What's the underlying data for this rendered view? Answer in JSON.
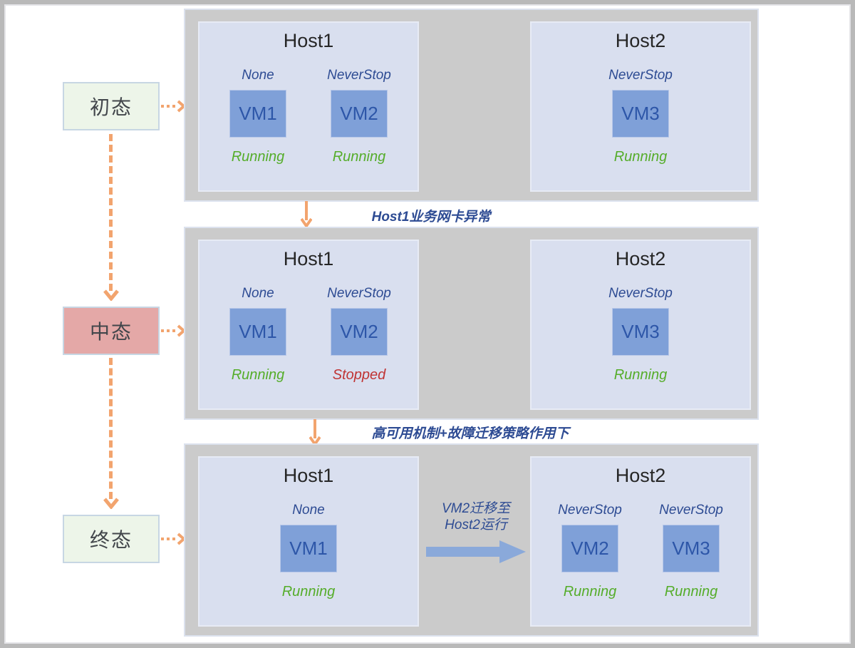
{
  "colors": {
    "accent_orange": "#F2A46E",
    "panel_gray": "#CBCBCB",
    "host_fill": "#D9DFEF",
    "vm_fill": "#7FA0D8",
    "vm_text": "#2D56A8",
    "policy_blue": "#2D4B93",
    "running_green": "#55AD2A",
    "stopped_red": "#C03434",
    "state_green_bg": "#EDF5E9",
    "state_red_bg": "#E4A8A7",
    "migration_arrow_blue": "#8AA9DA"
  },
  "states": [
    {
      "label": "初态"
    },
    {
      "label": "中态"
    },
    {
      "label": "终态"
    }
  ],
  "transitions": [
    {
      "label": "Host1业务网卡异常"
    },
    {
      "label": "高可用机制+故障迁移策略作用下"
    }
  ],
  "migration": {
    "line1": "VM2迁移至",
    "line2": "Host2运行"
  },
  "stages": [
    {
      "hosts": [
        {
          "title": "Host1",
          "vms": [
            {
              "name": "VM1",
              "policy": "None",
              "status": "Running",
              "status_style": "color:#55AD2A"
            },
            {
              "name": "VM2",
              "policy": "NeverStop",
              "status": "Running",
              "status_style": "color:#55AD2A"
            }
          ]
        },
        {
          "title": "Host2",
          "vms": [
            {
              "name": "VM3",
              "policy": "NeverStop",
              "status": "Running",
              "status_style": "color:#55AD2A"
            }
          ]
        }
      ]
    },
    {
      "hosts": [
        {
          "title": "Host1",
          "vms": [
            {
              "name": "VM1",
              "policy": "None",
              "status": "Running",
              "status_style": "color:#55AD2A"
            },
            {
              "name": "VM2",
              "policy": "NeverStop",
              "status": "Stopped",
              "status_style": "color:#C03434"
            }
          ]
        },
        {
          "title": "Host2",
          "vms": [
            {
              "name": "VM3",
              "policy": "NeverStop",
              "status": "Running",
              "status_style": "color:#55AD2A"
            }
          ]
        }
      ]
    },
    {
      "hosts": [
        {
          "title": "Host1",
          "vms": [
            {
              "name": "VM1",
              "policy": "None",
              "status": "Running",
              "status_style": "color:#55AD2A"
            }
          ]
        },
        {
          "title": "Host2",
          "vms": [
            {
              "name": "VM2",
              "policy": "NeverStop",
              "status": "Running",
              "status_style": "color:#55AD2A"
            },
            {
              "name": "VM3",
              "policy": "NeverStop",
              "status": "Running",
              "status_style": "color:#55AD2A"
            }
          ]
        }
      ]
    }
  ]
}
